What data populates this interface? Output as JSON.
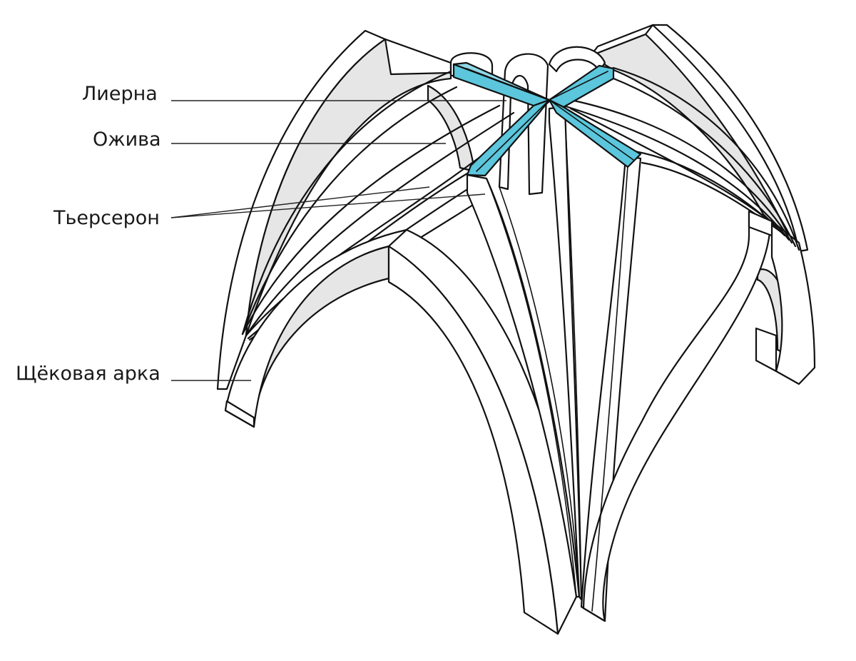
{
  "labels": {
    "lierne": "Лиерна",
    "ogive": "Ожива",
    "tierceron": "Тьерсерон",
    "wall_arch": "Щёковая арка"
  },
  "colors": {
    "lierne_fill": "#5bc6dc",
    "outline": "#111111",
    "shadow": "#e6e6e6",
    "background": "#ffffff"
  }
}
